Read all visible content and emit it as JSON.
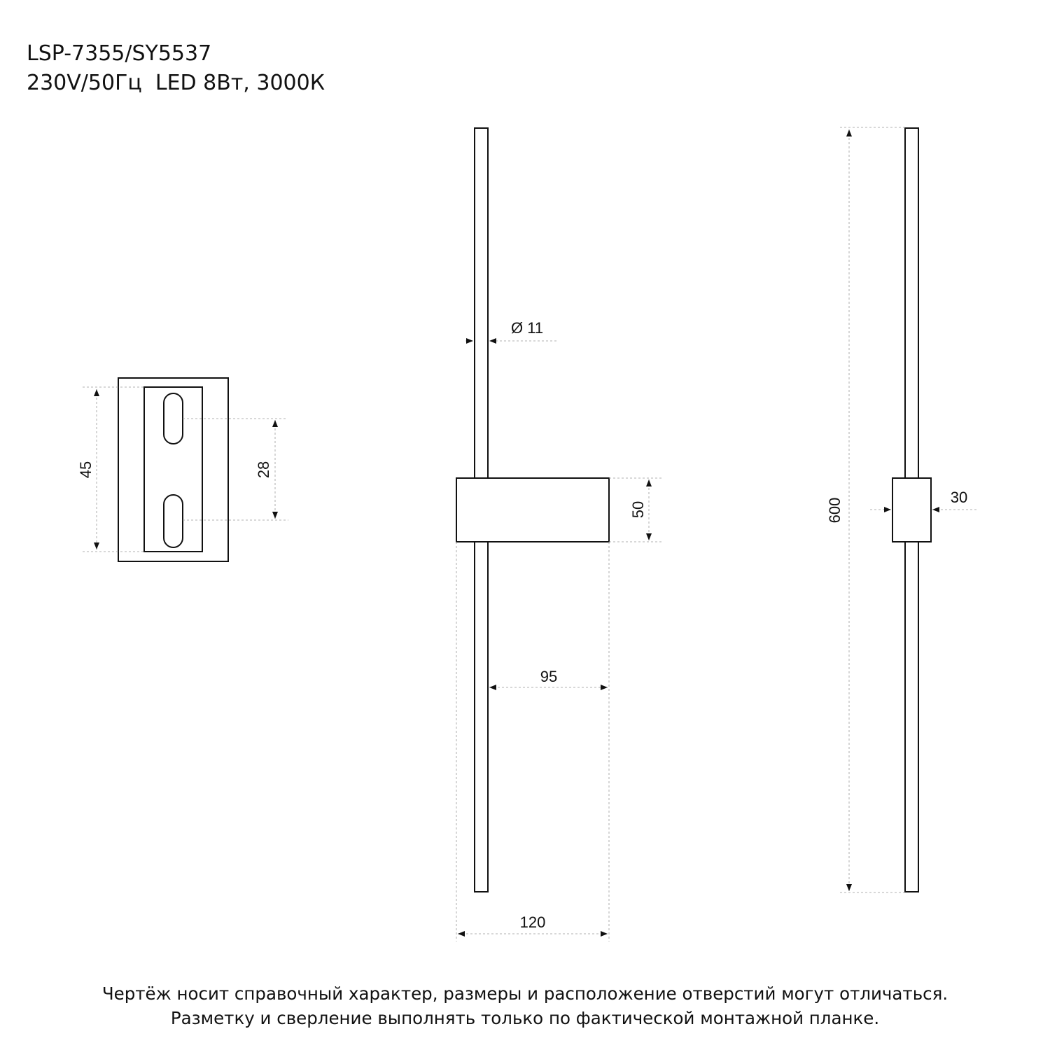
{
  "header": {
    "model": "LSP-7355/SY5537",
    "specs": "230V/50Гц  LED 8Вт, 3000К"
  },
  "dimensions": {
    "plate_height": "45",
    "hole_spacing": "28",
    "rod_diameter": "Ø 11",
    "holder_height": "50",
    "rod_offset": "95",
    "holder_width": "120",
    "total_height": "600",
    "holder_depth": "30"
  },
  "footer": {
    "line1": "Чертёж носит справочный характер, размеры и расположение отверстий могут отличаться.",
    "line2": "Разметку и сверление выполнять только по фактической монтажной планке."
  }
}
